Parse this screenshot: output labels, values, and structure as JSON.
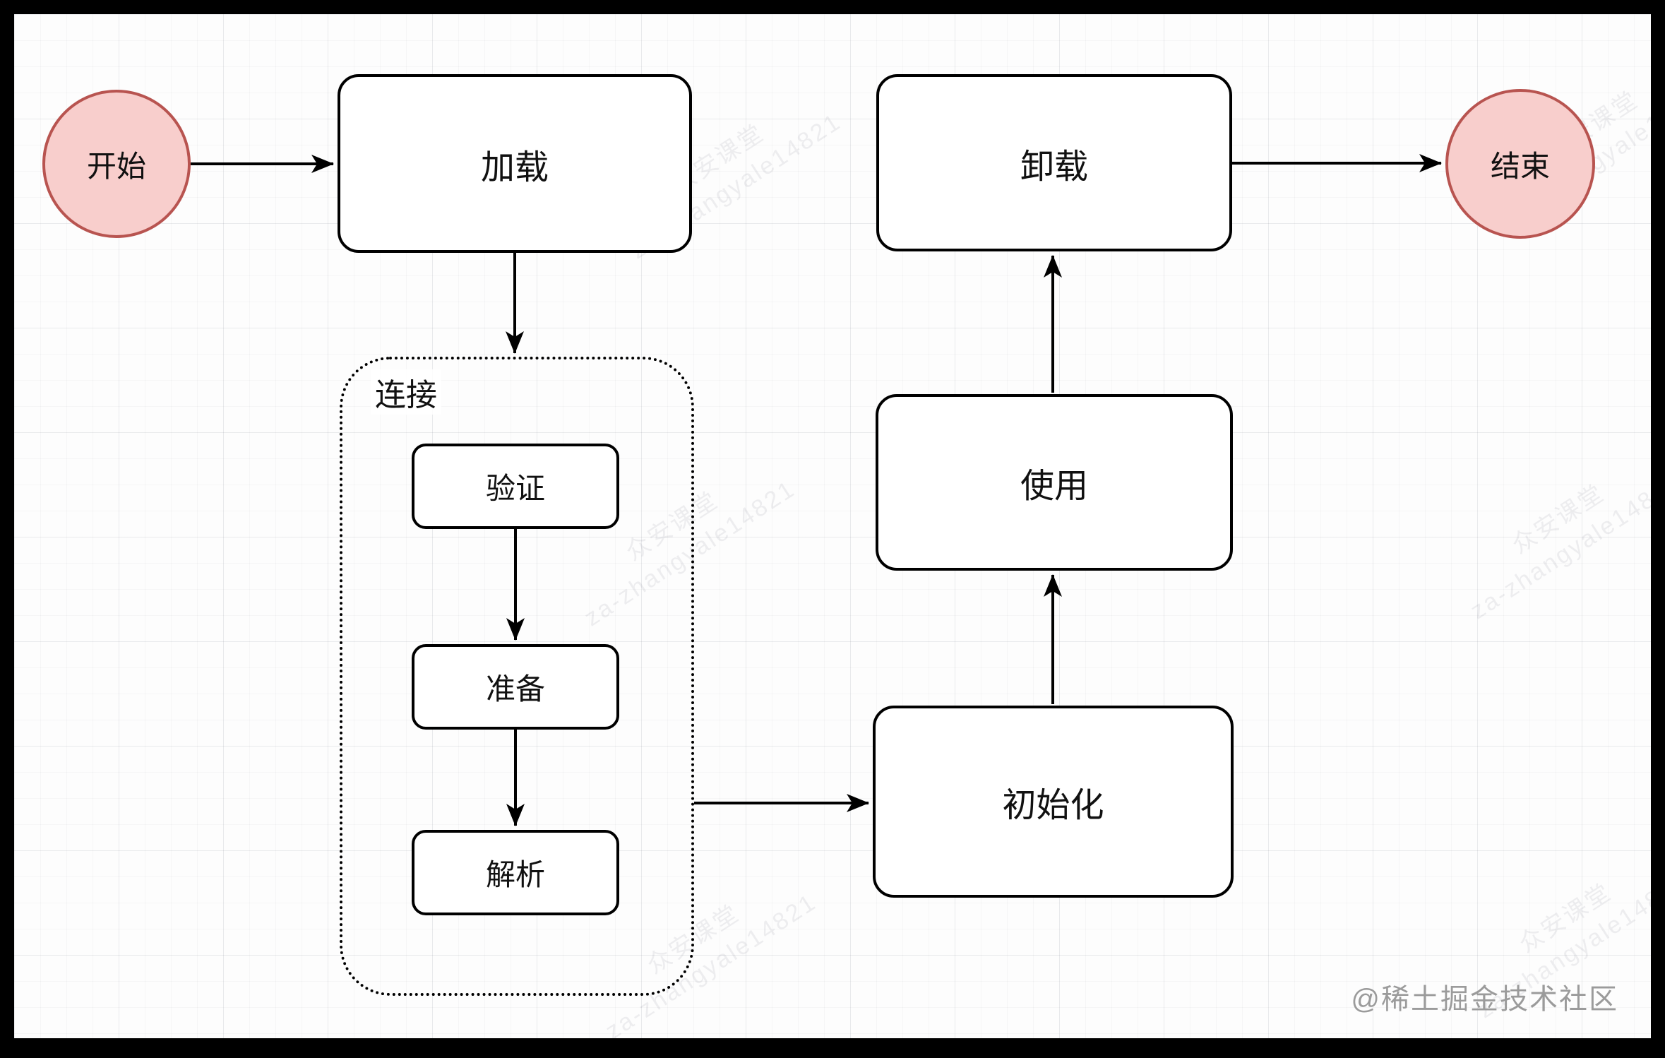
{
  "diagram": {
    "nodes": {
      "start": {
        "label": "开始",
        "shape": "ellipse"
      },
      "load": {
        "label": "加载",
        "shape": "rounded-rect"
      },
      "link": {
        "label": "连接",
        "shape": "dotted-group"
      },
      "verify": {
        "label": "验证",
        "shape": "rounded-rect"
      },
      "prepare": {
        "label": "准备",
        "shape": "rounded-rect"
      },
      "resolve": {
        "label": "解析",
        "shape": "rounded-rect"
      },
      "init": {
        "label": "初始化",
        "shape": "rounded-rect"
      },
      "use": {
        "label": "使用",
        "shape": "rounded-rect"
      },
      "unload": {
        "label": "卸载",
        "shape": "rounded-rect"
      },
      "end": {
        "label": "结束",
        "shape": "ellipse"
      }
    },
    "edges": [
      {
        "from": "start",
        "to": "load"
      },
      {
        "from": "load",
        "to": "link"
      },
      {
        "from": "verify",
        "to": "prepare"
      },
      {
        "from": "prepare",
        "to": "resolve"
      },
      {
        "from": "link",
        "to": "init"
      },
      {
        "from": "init",
        "to": "use"
      },
      {
        "from": "use",
        "to": "unload"
      },
      {
        "from": "unload",
        "to": "end"
      }
    ],
    "colors": {
      "terminal_fill": "#f8cecc",
      "terminal_stroke": "#b85450",
      "process_fill": "#ffffff",
      "process_stroke": "#000000",
      "connector": "#000000",
      "credit_text": "#9b9b9b"
    },
    "credit": "@稀土掘金技术社区",
    "watermark": {
      "line1": "众安课堂",
      "line2": "za-zhangyale14821"
    }
  }
}
